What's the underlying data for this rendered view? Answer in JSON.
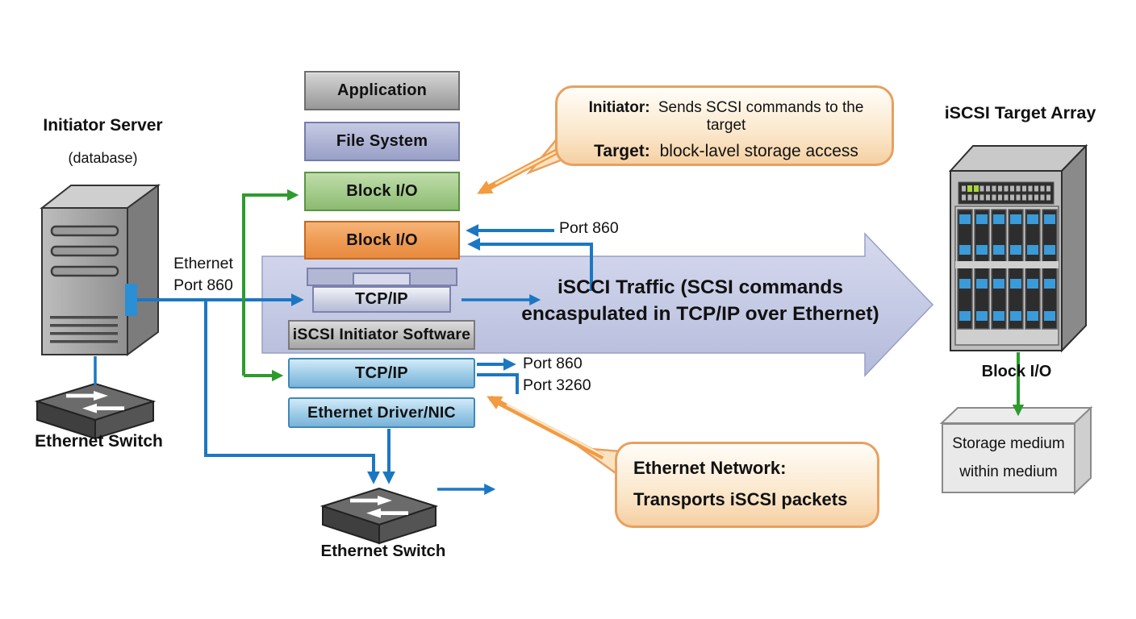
{
  "left": {
    "server_title": "Initiator Server",
    "server_subtitle": "(database)",
    "switch_label": "Ethernet Switch",
    "port_line1": "Ethernet",
    "port_line2": "Port 860"
  },
  "stack": {
    "application": "Application",
    "file_system": "File System",
    "block_io_upper": "Block I/O",
    "block_io_lower": "Block I/O",
    "tcpip_encapsulated": "TCP/IP",
    "initiator_software": "iSCSI Initiator Software",
    "tcpip_network": "TCP/IP",
    "ethernet_driver": "Ethernet Driver/NIC"
  },
  "traffic": {
    "line1": "iSCCI Traffic (SCSI commands",
    "line2": "encaspulated in TCP/IP over Ethernet)"
  },
  "ports": {
    "block_io_port": "Port 860",
    "tcp_port_1": "Port 860",
    "tcp_port_2": "Port 3260"
  },
  "callout_roles": {
    "initiator_label": "Initiator:",
    "initiator_text": "Sends SCSI commands to the target",
    "target_label": "Target:",
    "target_text": "block-lavel storage access"
  },
  "callout_network": {
    "line1": "Ethernet Network:",
    "line2": "Transports iSCSI packets"
  },
  "right": {
    "array_title": "iSCSI Target Array",
    "block_io_label": "Block I/O",
    "storage_line1": "Storage medium",
    "storage_line2": "within medium"
  },
  "bottom": {
    "switch_label": "Ethernet Switch"
  },
  "colors": {
    "blue_line": "#1c77c3",
    "green_line": "#2d9b2d",
    "orange_arrow": "#f29b41",
    "callout_border": "#e8a060",
    "traffic_arrow_fill": "#c9cde6"
  }
}
